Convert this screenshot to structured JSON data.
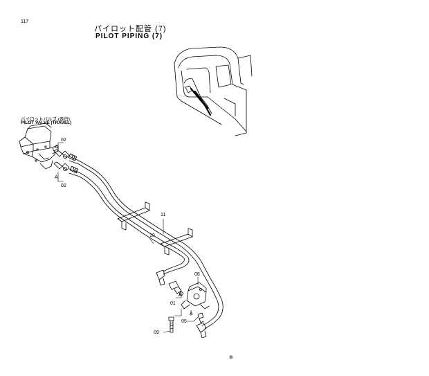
{
  "page_number": "117",
  "title": {
    "japanese": "パイロット配管 (7)",
    "english": "PILOT PIPING (7)"
  },
  "component": {
    "japanese": "パイロットバルブ (走行)",
    "english": "PILOT VALVE (TRAVEL)"
  },
  "part_labels": {
    "p02_upper": "02",
    "p02_lower": "02",
    "p11": "11",
    "p10": "10",
    "p08": "08",
    "p01": "01",
    "p05": "05",
    "p09": "09",
    "view_a1": "A",
    "view_a2": "A",
    "view_a3": "A",
    "view_a4": "A"
  },
  "footer_mark": "⊕"
}
